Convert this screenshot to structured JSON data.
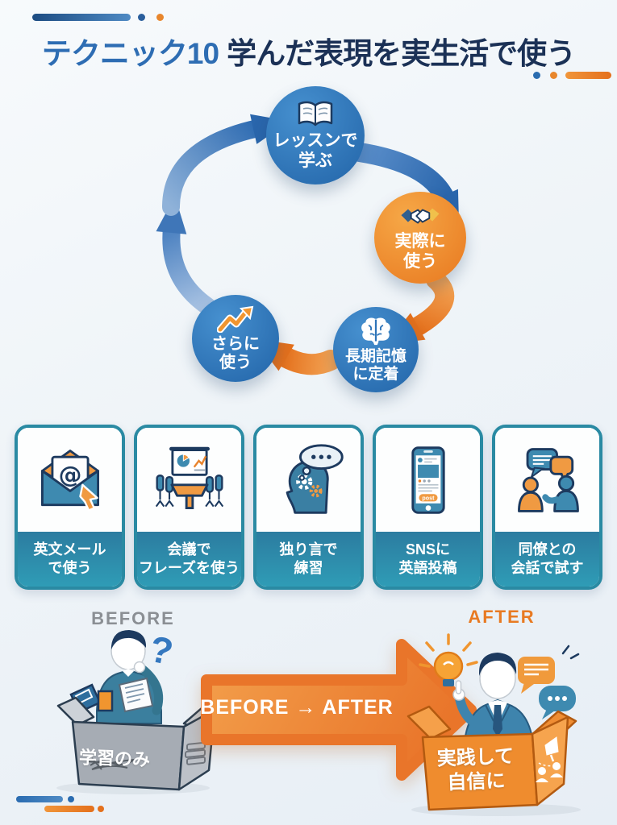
{
  "header": {
    "title_highlight": "テクニック10",
    "title_main": "学んだ表現を実生活で使う"
  },
  "cycle": {
    "nodes": [
      {
        "line1": "レッスンで",
        "line2": "学ぶ",
        "icon": "open-book"
      },
      {
        "line1": "実際に",
        "line2": "使う",
        "icon": "handshake"
      },
      {
        "line1": "長期記憶",
        "line2": "に定着",
        "icon": "brain"
      },
      {
        "line1": "さらに",
        "line2": "使う",
        "icon": "rising-trend"
      }
    ]
  },
  "cards": [
    {
      "line1": "英文メール",
      "line2": "で使う",
      "icon": "email"
    },
    {
      "line1": "会議で",
      "line2": "フレーズを使う",
      "icon": "meeting"
    },
    {
      "line1": "独り言で",
      "line2": "練習",
      "icon": "self-talk"
    },
    {
      "line1": "SNSに",
      "line2": "英語投稿",
      "icon": "smartphone-sns",
      "post_button": "post"
    },
    {
      "line1": "同僚との",
      "line2": "会話で試す",
      "icon": "conversation"
    }
  ],
  "before_after": {
    "before_label": "BEFORE",
    "after_label": "AFTER",
    "arrow_label": "BEFORE → AFTER",
    "question_mark": "?",
    "before_box_label": "学習のみ",
    "after_box_line1": "実践して",
    "after_box_line2": "自信に"
  },
  "colors": {
    "accent_blue": "#2e6db3",
    "title_navy": "#1b3156",
    "orange": "#e8781f",
    "teal_card": "#2a8aa3",
    "node_blue": "#2e74b8",
    "before_gray": "#8b8f94",
    "background": "#eff4f8"
  }
}
